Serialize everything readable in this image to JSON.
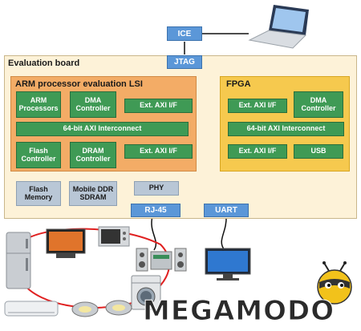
{
  "board": {
    "title": "Evaluation board"
  },
  "top": {
    "ice": "ICE",
    "jtag": "JTAG"
  },
  "lsi": {
    "title": "ARM processor evaluation LSI",
    "arm": "ARM\nProcessors",
    "dma": "DMA\nController",
    "ext_axi_top": "Ext. AXI I/F",
    "interconnect": "64-bit AXI Interconnect",
    "flash_ctrl": "Flash\nController",
    "dram_ctrl": "DRAM\nController",
    "ext_axi_bottom": "Ext. AXI I/F"
  },
  "fpga": {
    "title": "FPGA",
    "ext_axi_top": "Ext. AXI I/F",
    "dma": "DMA\nController",
    "interconnect": "64-bit AXI Interconnect",
    "ext_axi_bottom": "Ext. AXI I/F",
    "usb": "USB"
  },
  "memory": {
    "flash": "Flash\nMemory",
    "ddr": "Mobile DDR\nSDRAM",
    "phy": "PHY"
  },
  "ports": {
    "rj45": "RJ-45",
    "uart": "UART"
  },
  "watermark": "MEGAMODO",
  "colors": {
    "green": "#3f9a55",
    "blue": "#5b97d8",
    "orange": "#f3ac66",
    "yellow": "#f6c94e",
    "network": "#e02020"
  },
  "icons": [
    "laptop-icon",
    "refrigerator-icon",
    "tv-icon",
    "microwave-icon",
    "audio-system-icon",
    "washing-machine-icon",
    "air-conditioner-icon",
    "ceiling-light-icon",
    "monitor-icon",
    "bee-mascot-icon"
  ]
}
